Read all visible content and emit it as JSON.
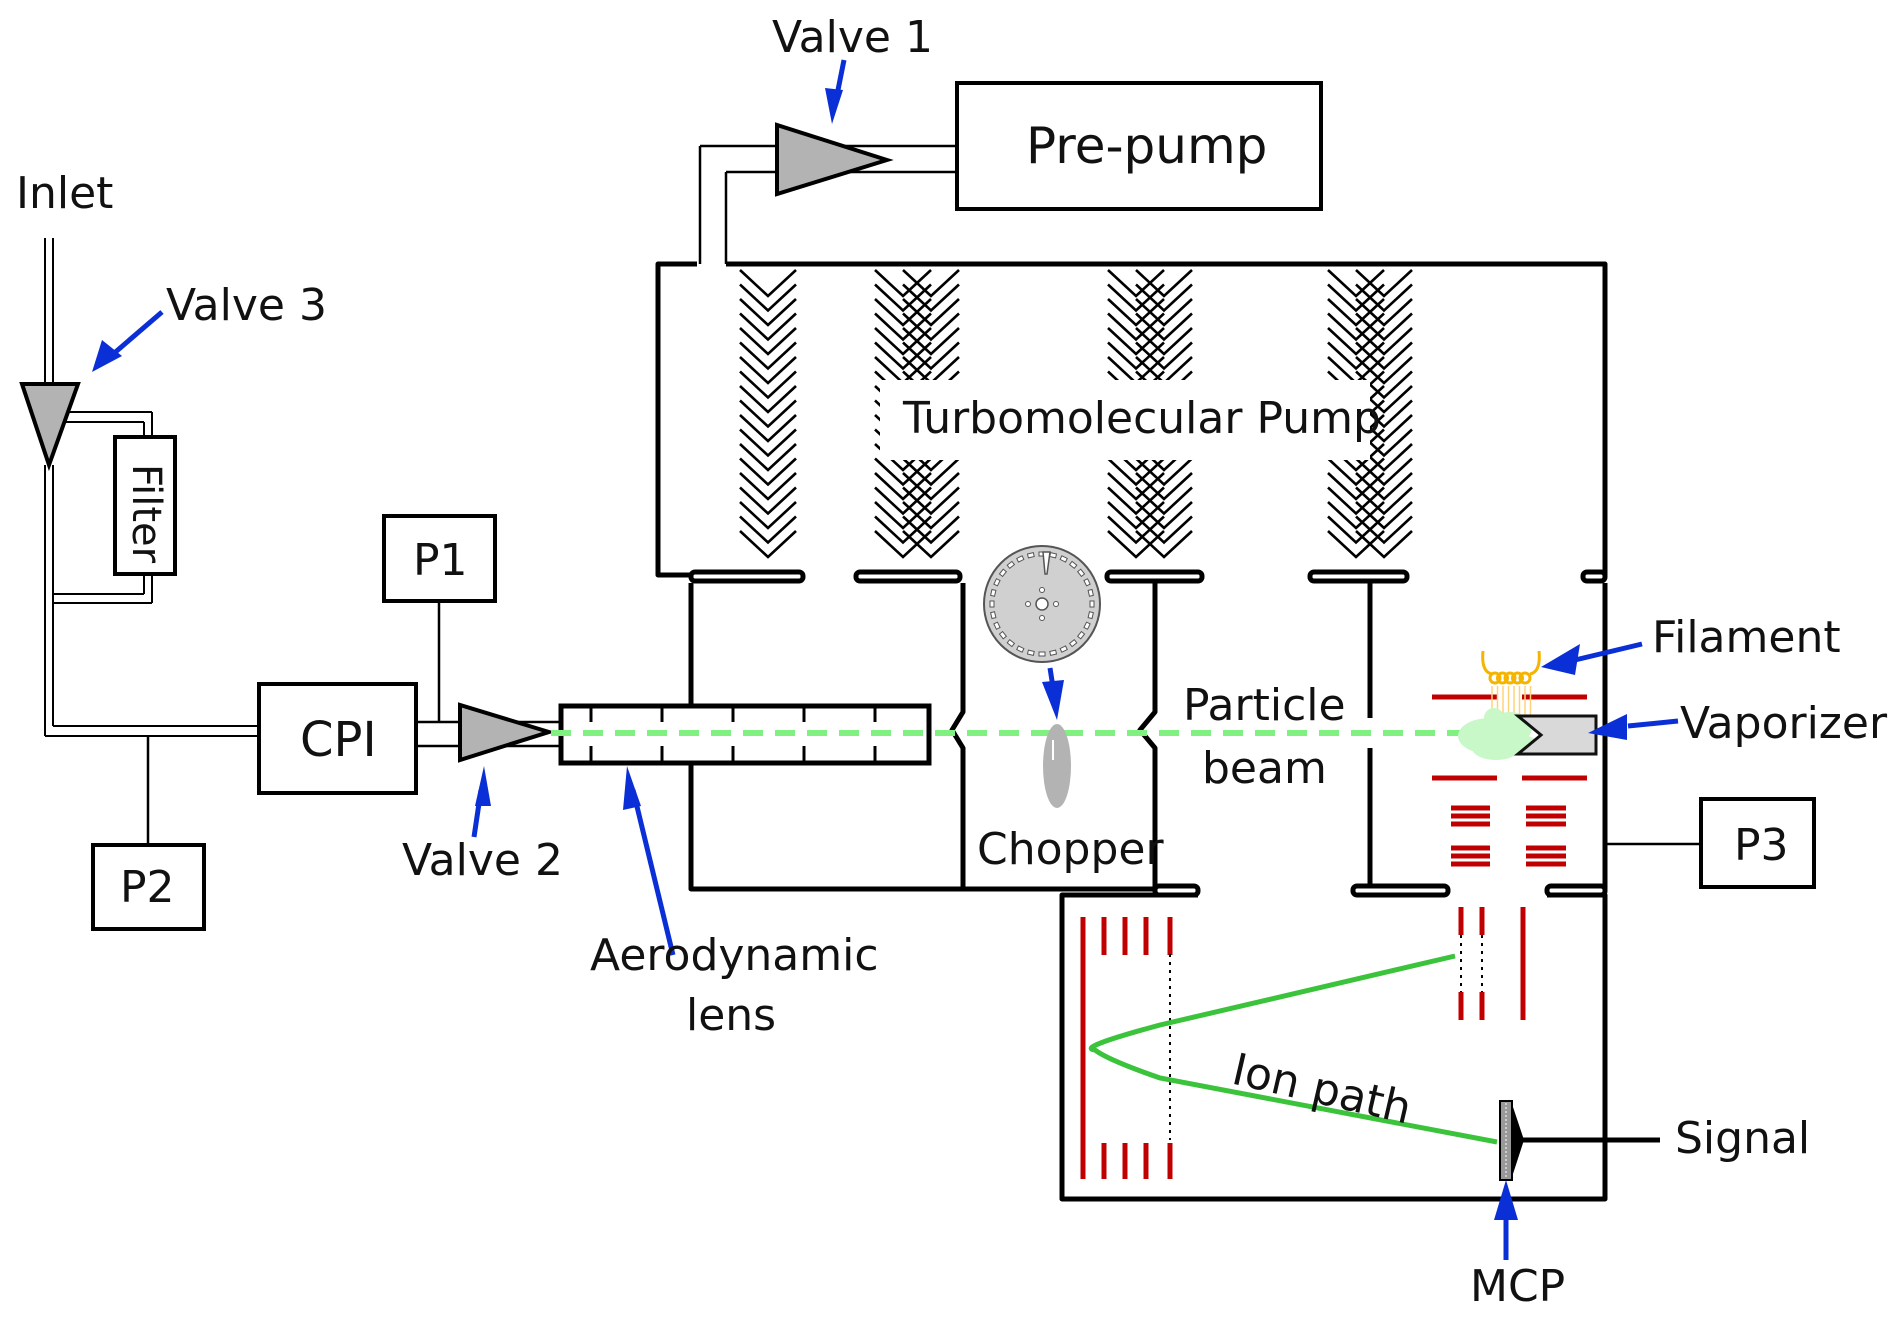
{
  "title": "Aerosol mass spectrometer schematic",
  "labels": {
    "inlet": "Inlet",
    "valve1": "Valve 1",
    "valve2": "Valve 2",
    "valve3": "Valve 3",
    "filter": "Filter",
    "prepump": "Pre-pump",
    "turbo": "Turbomolecular Pump",
    "p1": "P1",
    "p2": "P2",
    "p3": "P3",
    "cpi": "CPI",
    "aero_lens_line1": "Aerodynamic",
    "aero_lens_line2": "lens",
    "chopper": "Chopper",
    "particle_beam_line1": "Particle",
    "particle_beam_line2": "beam",
    "filament": "Filament",
    "vaporizer": "Vaporizer",
    "ion_path": "Ion path",
    "signal": "Signal",
    "mcp": "MCP"
  },
  "colors": {
    "arrow": "#0a2fd6",
    "valve_fill": "#b3b3b3",
    "particle_beam": "#80f080",
    "ion_path": "#3cc33c",
    "electrodes": "#c00000",
    "filament": "#f5b400",
    "vaporizer_fill": "#d9d9d9",
    "vapor_cloud": "#c8f7c8"
  }
}
